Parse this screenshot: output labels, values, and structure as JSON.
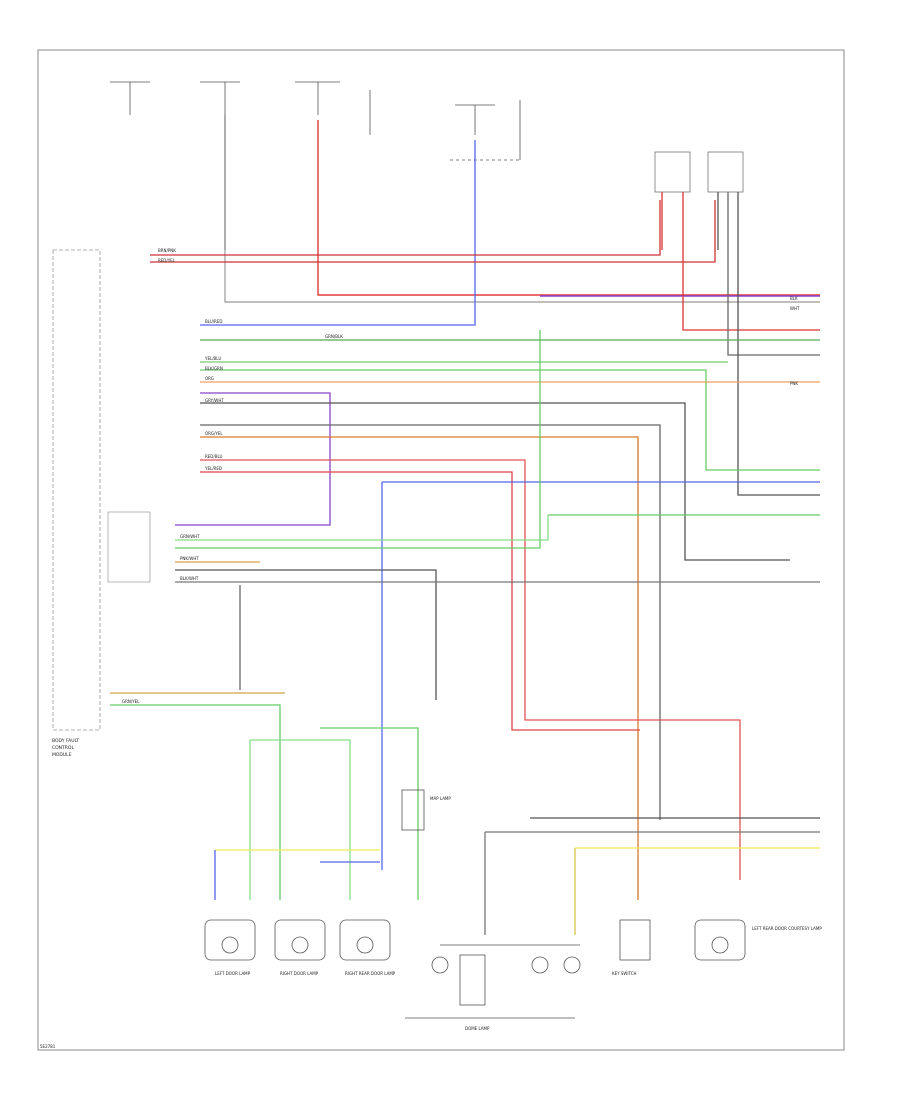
{
  "diagram": {
    "module_label": [
      "BODY FAULT",
      "CONTROL",
      "MODULE"
    ],
    "footer_code": "5E2781",
    "wire_labels": {
      "brn_pnk": "BRN/PNK",
      "red_yel": "RED/YEL",
      "blu_red": "BLU/RED",
      "grn_blk": "GRN/BLK",
      "yel_blu": "YEL/BLU",
      "blk_grn": "BLK/GRN",
      "grn_wht": "GRN/WHT",
      "org": "ORG",
      "org_yel": "ORG/YEL",
      "pnk_wht": "PNK/WHT",
      "blk_wht": "BLK/WHT",
      "grn_yel": "GRN/YEL",
      "blk": "BLK",
      "wht": "WHT",
      "pnk": "PNK",
      "gry_wht": "GRY/WHT",
      "red_blu": "RED/BLU",
      "yel_red": "YEL/RED"
    },
    "components": {
      "left_door_lamp": "LEFT DOOR LAMP",
      "right_door_lamp": "RIGHT DOOR LAMP",
      "right_rear_door_lamp": "RIGHT REAR DOOR LAMP",
      "left_rear_door_lamp": "LEFT REAR DOOR COURTESY LAMP",
      "map_lamp": "MAP LAMP",
      "dome_lamp": "DOME LAMP",
      "key_switch": "KEY SWITCH"
    }
  }
}
